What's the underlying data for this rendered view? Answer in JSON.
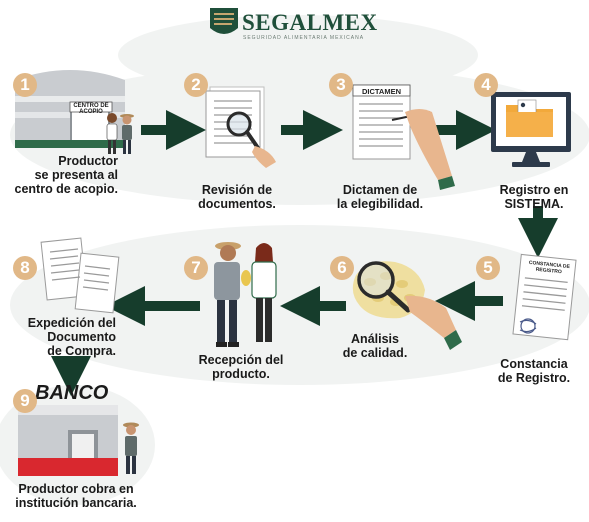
{
  "logo": {
    "name": "SEGALMEX",
    "tagline": "SEGURIDAD ALIMENTARIA MEXICANA"
  },
  "steps": [
    {
      "number": "1",
      "lines": [
        "Productor",
        "se presenta al",
        "centro de acopio."
      ],
      "sign": "CENTRO DE ACOPIO"
    },
    {
      "number": "2",
      "lines": [
        "Revisión de",
        "documentos."
      ]
    },
    {
      "number": "3",
      "lines": [
        "Dictamen de",
        "la elegibilidad."
      ],
      "sign": "DICTAMEN"
    },
    {
      "number": "4",
      "lines": [
        "Registro en",
        "SISTEMA."
      ]
    },
    {
      "number": "5",
      "lines": [
        "Constancia",
        "de Registro."
      ],
      "sign": "CONSTANCIA DE REGISTRO"
    },
    {
      "number": "6",
      "lines": [
        "Análisis",
        "de calidad."
      ]
    },
    {
      "number": "7",
      "lines": [
        "Recepción del",
        "producto."
      ]
    },
    {
      "number": "8",
      "lines": [
        "Expedición del",
        "Documento",
        "de Compra."
      ]
    },
    {
      "number": "9",
      "lines": [
        "Productor cobra en",
        "institución bancaria."
      ],
      "sign": "BANCO"
    }
  ],
  "colors": {
    "arrow": "#163d2c",
    "badge": "#e1b887",
    "brand": "#1f4f3a",
    "bank_red": "#d9282f"
  }
}
